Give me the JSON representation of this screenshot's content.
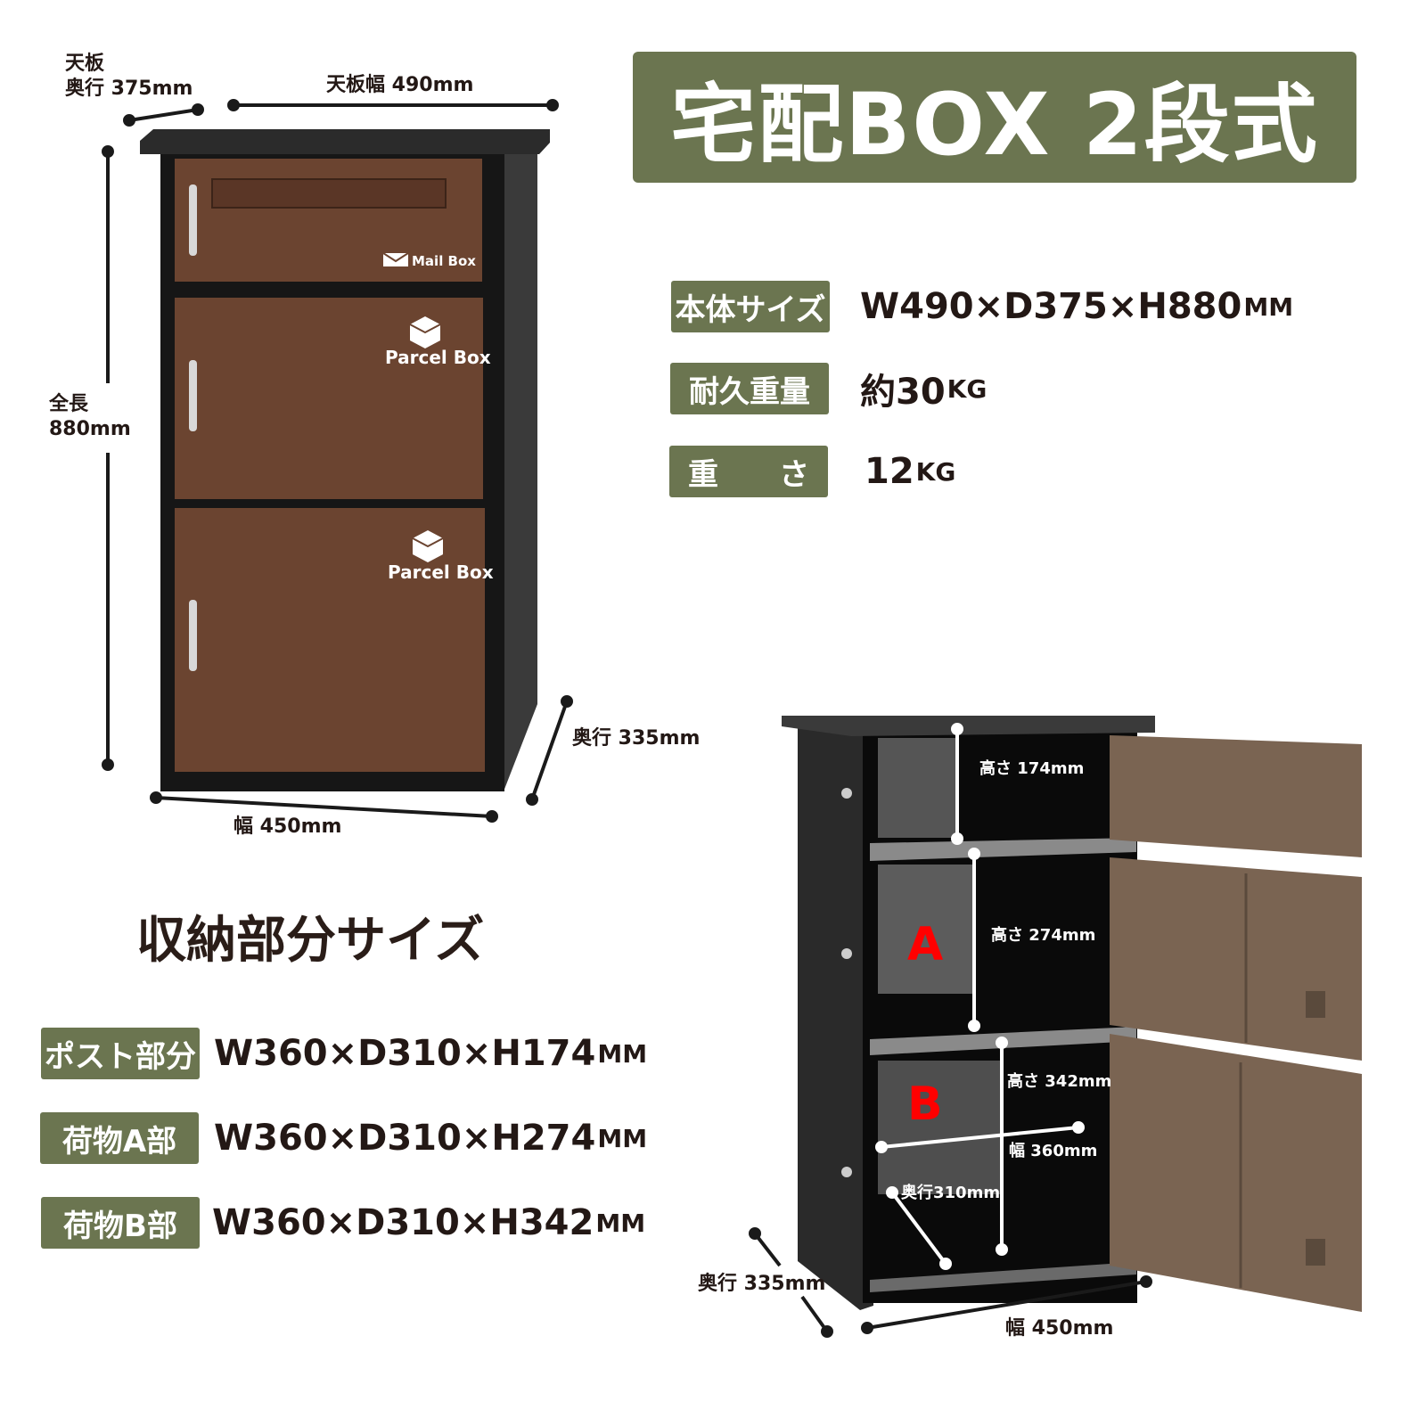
{
  "title": "宅配BOX 2段式",
  "specs": [
    {
      "label": "本体サイズ",
      "value": "W490×D375×H880",
      "unit": "MM"
    },
    {
      "label": "耐久重量",
      "value": "約30",
      "unit": "KG"
    },
    {
      "label": "重　　さ",
      "value": "12",
      "unit": "KG"
    }
  ],
  "front_dimensions": {
    "top_depth_line1": "天板",
    "top_depth_line2": "奥行 375mm",
    "top_width": "天板幅 490mm",
    "height_line1": "全長",
    "height_line2": "880mm",
    "depth": "奥行 335mm",
    "width": "幅 450mm"
  },
  "door_labels": {
    "mail": "Mail Box",
    "parcel_1": "Parcel Box",
    "parcel_2": "Parcel Box"
  },
  "storage_heading": "収納部分サイズ",
  "storage": [
    {
      "label": "ポスト部分",
      "value": "W360×D310×H174",
      "unit": "MM"
    },
    {
      "label": "荷物A部",
      "value": "W360×D310×H274",
      "unit": "MM"
    },
    {
      "label": "荷物B部",
      "value": "W360×D310×H342",
      "unit": "MM"
    }
  ],
  "interior": {
    "post_height": "高さ 174mm",
    "a_height": "高さ 274mm",
    "b_height": "高さ 342mm",
    "b_width": "幅 360mm",
    "b_depth": "奥行310mm",
    "label_a": "A",
    "label_b": "B",
    "outer_depth": "奥行 335mm",
    "outer_width": "幅 450mm"
  },
  "colors": {
    "accent": "#6b7550",
    "door": "#6b4430",
    "open_door": "#7a6452",
    "label_red": "#ff0000"
  }
}
